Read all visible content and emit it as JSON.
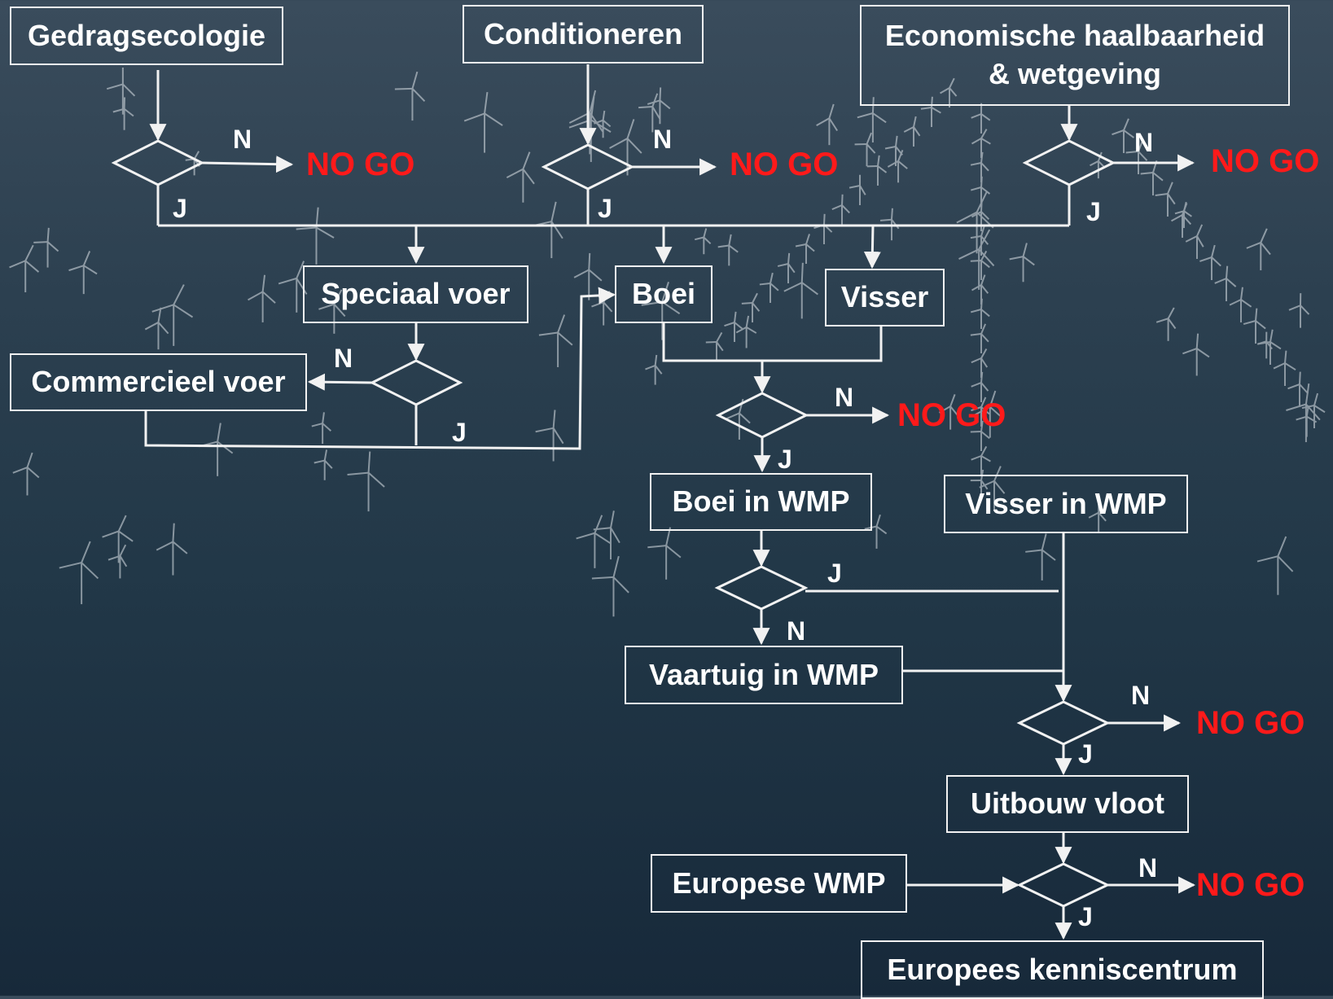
{
  "diagram": {
    "nodes": {
      "gedragsecologie": "Gedragsecologie",
      "conditioneren": "Conditioneren",
      "economische": "Economische haalbaarheid\n& wetgeving",
      "speciaal_voer": "Speciaal voer",
      "boei": "Boei",
      "visser": "Visser",
      "commercieel_voer": "Commercieel voer",
      "boei_in_wmp": "Boei in WMP",
      "visser_in_wmp": "Visser in WMP",
      "vaartuig_in_wmp": "Vaartuig in WMP",
      "uitbouw_vloot": "Uitbouw vloot",
      "europese_wmp": "Europese WMP",
      "europees_kenniscentrum": "Europees kenniscentrum"
    },
    "no_go": "NO GO",
    "yes": "J",
    "no": "N"
  },
  "colors": {
    "line": "#f2f2f2",
    "no_go": "#ff1a1a"
  }
}
